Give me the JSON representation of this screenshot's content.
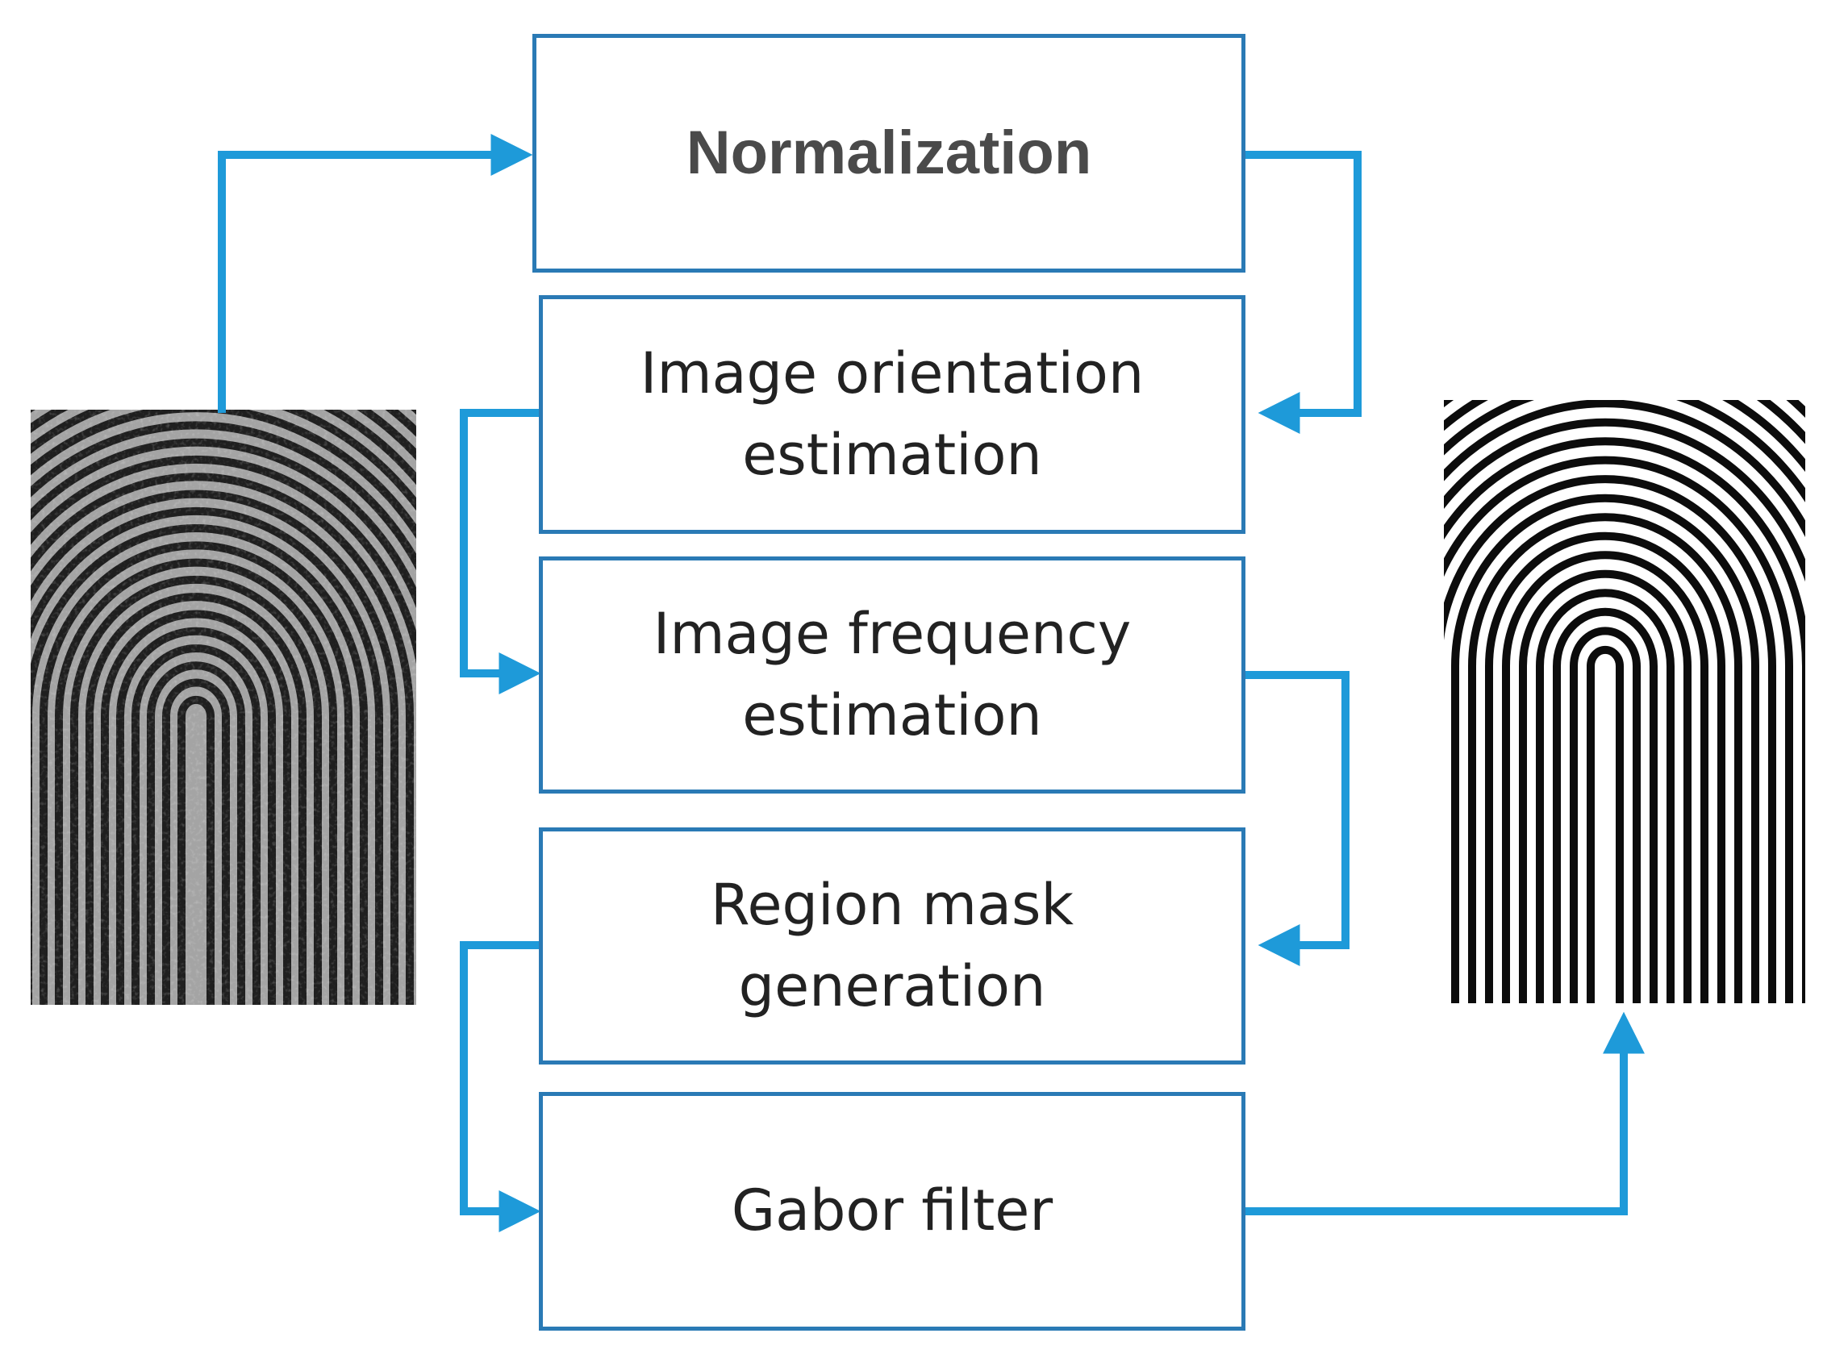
{
  "colors": {
    "connector": "#1e9ad9",
    "box_border": "#2a7ab5",
    "text": "#222222",
    "title_text": "#4a4a4a"
  },
  "input_image": {
    "icon": "fingerprint-raw-grayscale-icon"
  },
  "output_image": {
    "icon": "fingerprint-enhanced-binary-icon"
  },
  "steps": [
    {
      "line1": "Normalization",
      "line2": ""
    },
    {
      "line1": "Image orientation",
      "line2": "estimation"
    },
    {
      "line1": "Image frequency",
      "line2": "estimation"
    },
    {
      "line1": "Region mask",
      "line2": "generation"
    },
    {
      "line1": "Gabor filter",
      "line2": ""
    }
  ]
}
